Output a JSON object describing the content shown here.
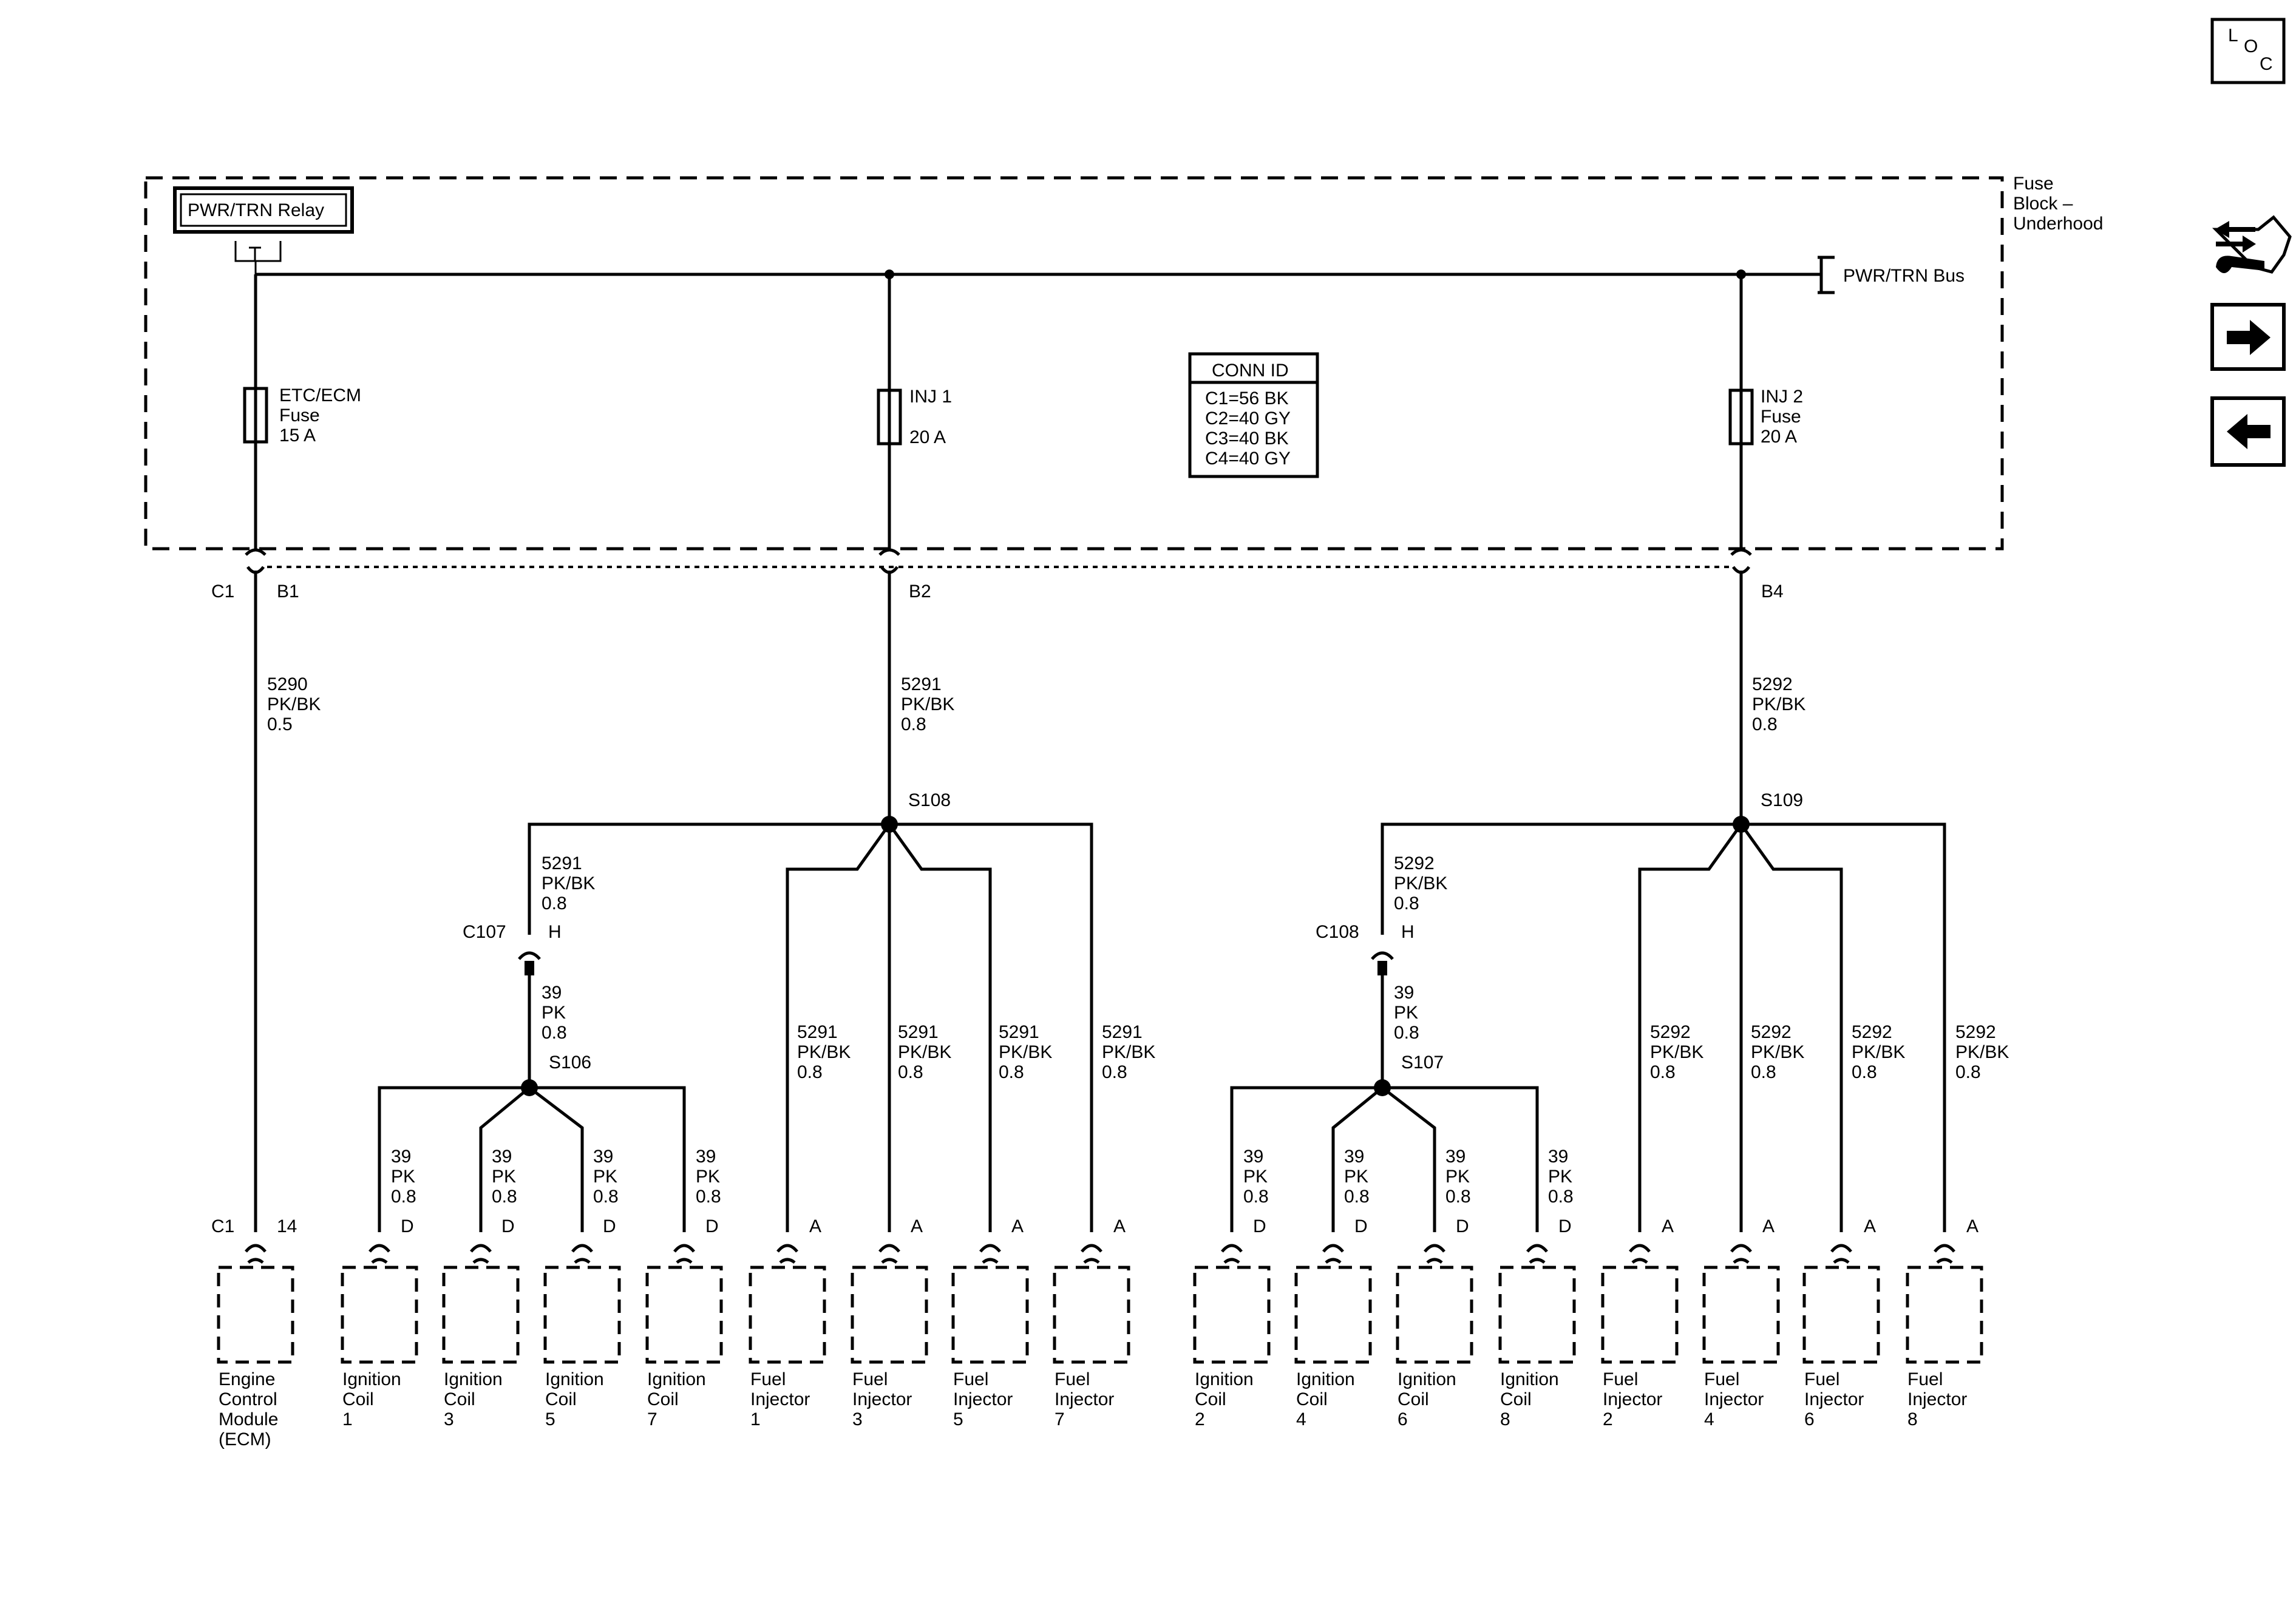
{
  "fuse_block": {
    "title_line1": "Fuse",
    "title_line2": "Block –",
    "title_line3": "Underhood",
    "relay_label": "PWR/TRN Relay",
    "bus_label": "PWR/TRN Bus",
    "fuses": [
      {
        "l1": "ETC/ECM",
        "l2": "Fuse",
        "l3": "15 A"
      },
      {
        "l1": "INJ 1",
        "l2": "20 A"
      },
      {
        "l1": "INJ 2",
        "l2": "Fuse",
        "l3": "20 A"
      }
    ],
    "conn_id": {
      "title": "CONN ID",
      "rows": [
        "C1=56 BK",
        "C2=40 GY",
        "C3=40 BK",
        "C4=40 GY"
      ]
    }
  },
  "connectors": {
    "c1_a": "C1",
    "b1": "B1",
    "b2": "B2",
    "b4": "B4",
    "c107": "C107",
    "c108": "C108",
    "h": "H",
    "c1_b": "C1",
    "pin14": "14",
    "pinD": "D",
    "pinA": "A"
  },
  "splices": {
    "s106": "S106",
    "s107": "S107",
    "s108": "S108",
    "s109": "S109"
  },
  "wires": {
    "w5290": [
      "5290",
      "PK/BK",
      "0.5"
    ],
    "w5291": [
      "5291",
      "PK/BK",
      "0.8"
    ],
    "w5292": [
      "5292",
      "PK/BK",
      "0.8"
    ],
    "w39": [
      "39",
      "PK",
      "0.8"
    ]
  },
  "components": [
    [
      "Engine",
      "Control",
      "Module",
      "(ECM)"
    ],
    [
      "Ignition",
      "Coil",
      "1"
    ],
    [
      "Ignition",
      "Coil",
      "3"
    ],
    [
      "Ignition",
      "Coil",
      "5"
    ],
    [
      "Ignition",
      "Coil",
      "7"
    ],
    [
      "Fuel",
      "Injector",
      "1"
    ],
    [
      "Fuel",
      "Injector",
      "3"
    ],
    [
      "Fuel",
      "Injector",
      "5"
    ],
    [
      "Fuel",
      "Injector",
      "7"
    ],
    [
      "Ignition",
      "Coil",
      "2"
    ],
    [
      "Ignition",
      "Coil",
      "4"
    ],
    [
      "Ignition",
      "Coil",
      "6"
    ],
    [
      "Ignition",
      "Coil",
      "8"
    ],
    [
      "Fuel",
      "Injector",
      "2"
    ],
    [
      "Fuel",
      "Injector",
      "4"
    ],
    [
      "Fuel",
      "Injector",
      "6"
    ],
    [
      "Fuel",
      "Injector",
      "8"
    ]
  ],
  "nav": {
    "loc_l": "L",
    "loc_o": "O",
    "loc_c": "C",
    "icons": [
      "component-locator-icon",
      "wiring-symbol-icon",
      "next-arrow-icon",
      "previous-arrow-icon"
    ]
  }
}
